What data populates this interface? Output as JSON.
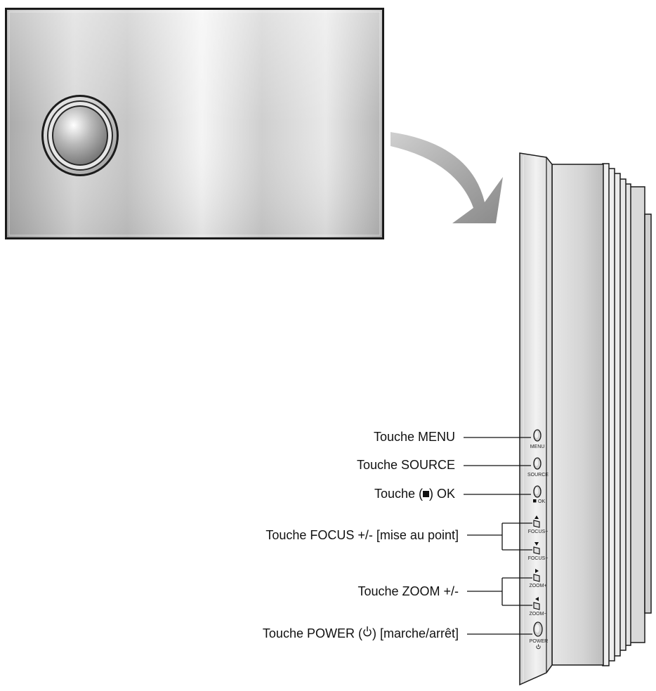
{
  "callouts": {
    "menu": "Touche MENU",
    "source": "Touche SOURCE",
    "ok_prefix": "Touche (",
    "ok_suffix": ") OK",
    "focus": "Touche FOCUS +/- [mise au point]",
    "zoom": "Touche ZOOM +/-",
    "power_prefix": "Touche POWER (",
    "power_suffix": ") [marche/arrêt]"
  },
  "panel_labels": {
    "menu": "MENU",
    "source": "SOURCE",
    "ok": "OK",
    "focus_plus": "FOCUS+",
    "focus_minus": "FOCUS−",
    "zoom_plus": "ZOOM+",
    "zoom_minus": "ZOOM−",
    "power": "POWER"
  },
  "colors": {
    "metal_light": "#f2f2f2",
    "metal_mid": "#bdbdbd",
    "metal_dark": "#8a8a8a",
    "outline": "#1a1a1a",
    "arrow": "#9a9a9a"
  }
}
